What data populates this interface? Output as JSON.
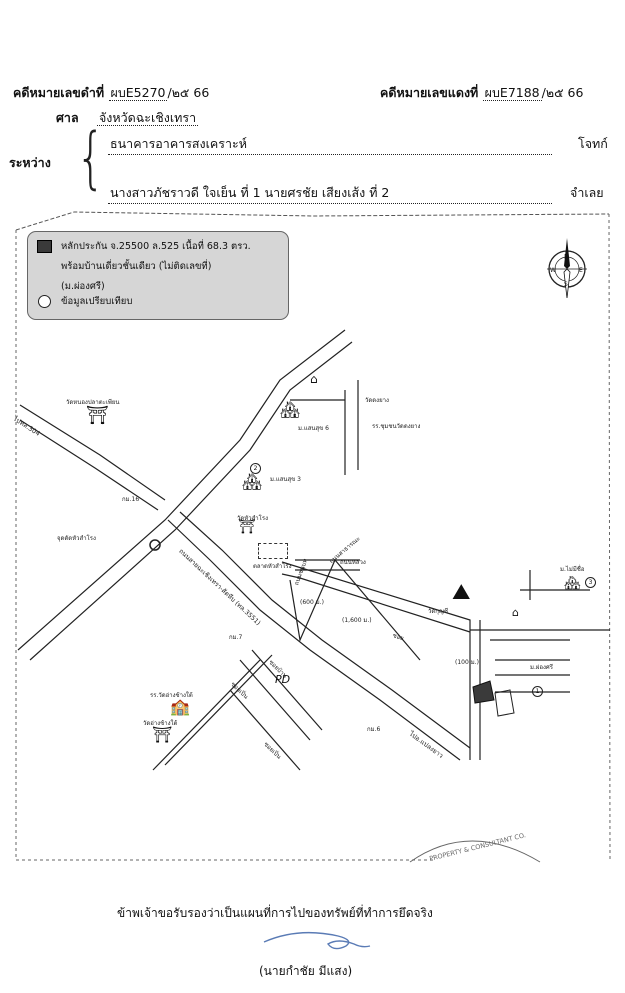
{
  "header": {
    "black_case_label": "คดีหมายเลขดำที่",
    "black_case_no": "ผบE5270",
    "black_case_year": "/๒๕ 66",
    "red_case_label": "คดีหมายเลขแดงที่",
    "red_case_no": "ผบE7188",
    "red_case_year": "/๒๕ 66",
    "court_label": "ศาล",
    "court_value": "จังหวัดฉะเชิงเทรา",
    "between_label": "ระหว่าง",
    "plaintiff": "ธนาคารอาคารสงเคราะห์",
    "plaintiff_role": "โจทก์",
    "defendant": "นางสาวภัชราวดี ใจเย็น ที่ 1 นายศรชัย เสียงเส้ง ที่ 2",
    "defendant_role": "จำเลย"
  },
  "legend": {
    "property_line1": "หลักประกัน จ.25500 ล.525 เนื้อที่ 68.3 ตรว.",
    "property_line2": "พร้อมบ้านเดี่ยวชั้นเดียว (ไม่ติดเลขที่)",
    "property_line3": "(ม.ผ่องศรี)",
    "compare_label": "ข้อมูลเปรียบเทียบ",
    "property_color": "#3a3a3a"
  },
  "compass": {
    "n": "N",
    "s": "S",
    "e": "E",
    "w": "W"
  },
  "map": {
    "labels": {
      "to_304": "ไปทล.304",
      "wat_nong_pla": "วัดหนองปลาตะเพียน",
      "wat_dong_yang": "วัดดงยาง",
      "school_dong_yang": "รร.ชุมชนวัดดงยาง",
      "saen_suk_6": "ม.แสนสุข 6",
      "saen_suk_3": "ม.แสนสุข 3",
      "km16": "กม.16",
      "hua_samrong_junction": "จุดตัดหัวสำโรง",
      "wat_hua_samrong": "วัดหัวสำโรง",
      "hua_samrong_market": "ตลาดหัวสำโรง",
      "road_main": "ถนนสายฉะเชิงเทรา-สัตหีบ (ทล.3551)",
      "road_soi_8": "ถนนหลวง",
      "road_side": "ถนนชนบท",
      "dist_600": "(600 ม.)",
      "dist_1600": "(1,600 ม.)",
      "dist_100": "(100 ม.)",
      "wat_khu_yi": "วัดกุญชี",
      "mai_sri_ruen": "ม.ไม่มีชื่อ",
      "pong_sri": "ม.ผ่องศรี",
      "km7": "กม.7",
      "km6": "กม.6",
      "school_wat_sao": "รร.วัดอ่างช้างใต้",
      "wat_sao": "วัดอ่างช้างใต้",
      "to_plaeng_yao": "ไปอ.แปลงยาว",
      "pd_mark": "PD",
      "road_a": "ซอยบ้าน",
      "road_b": "ซอยเปิ่น",
      "road_c": "ถนนสาธารณะ",
      "road_d": "ซอยเปิ่น",
      "road_e": "ซอย",
      "num_1": "1",
      "num_2": "2",
      "num_3": "3"
    }
  },
  "stamp_text": "PROPERTY & CONSULTANT CO.",
  "footer": {
    "certify": "ข้าพเจ้าขอรับรองว่าเป็นแผนที่การไปของทรัพย์ที่ทำการยึดจริง",
    "signer": "(นายกำชัย มีแสง)"
  }
}
